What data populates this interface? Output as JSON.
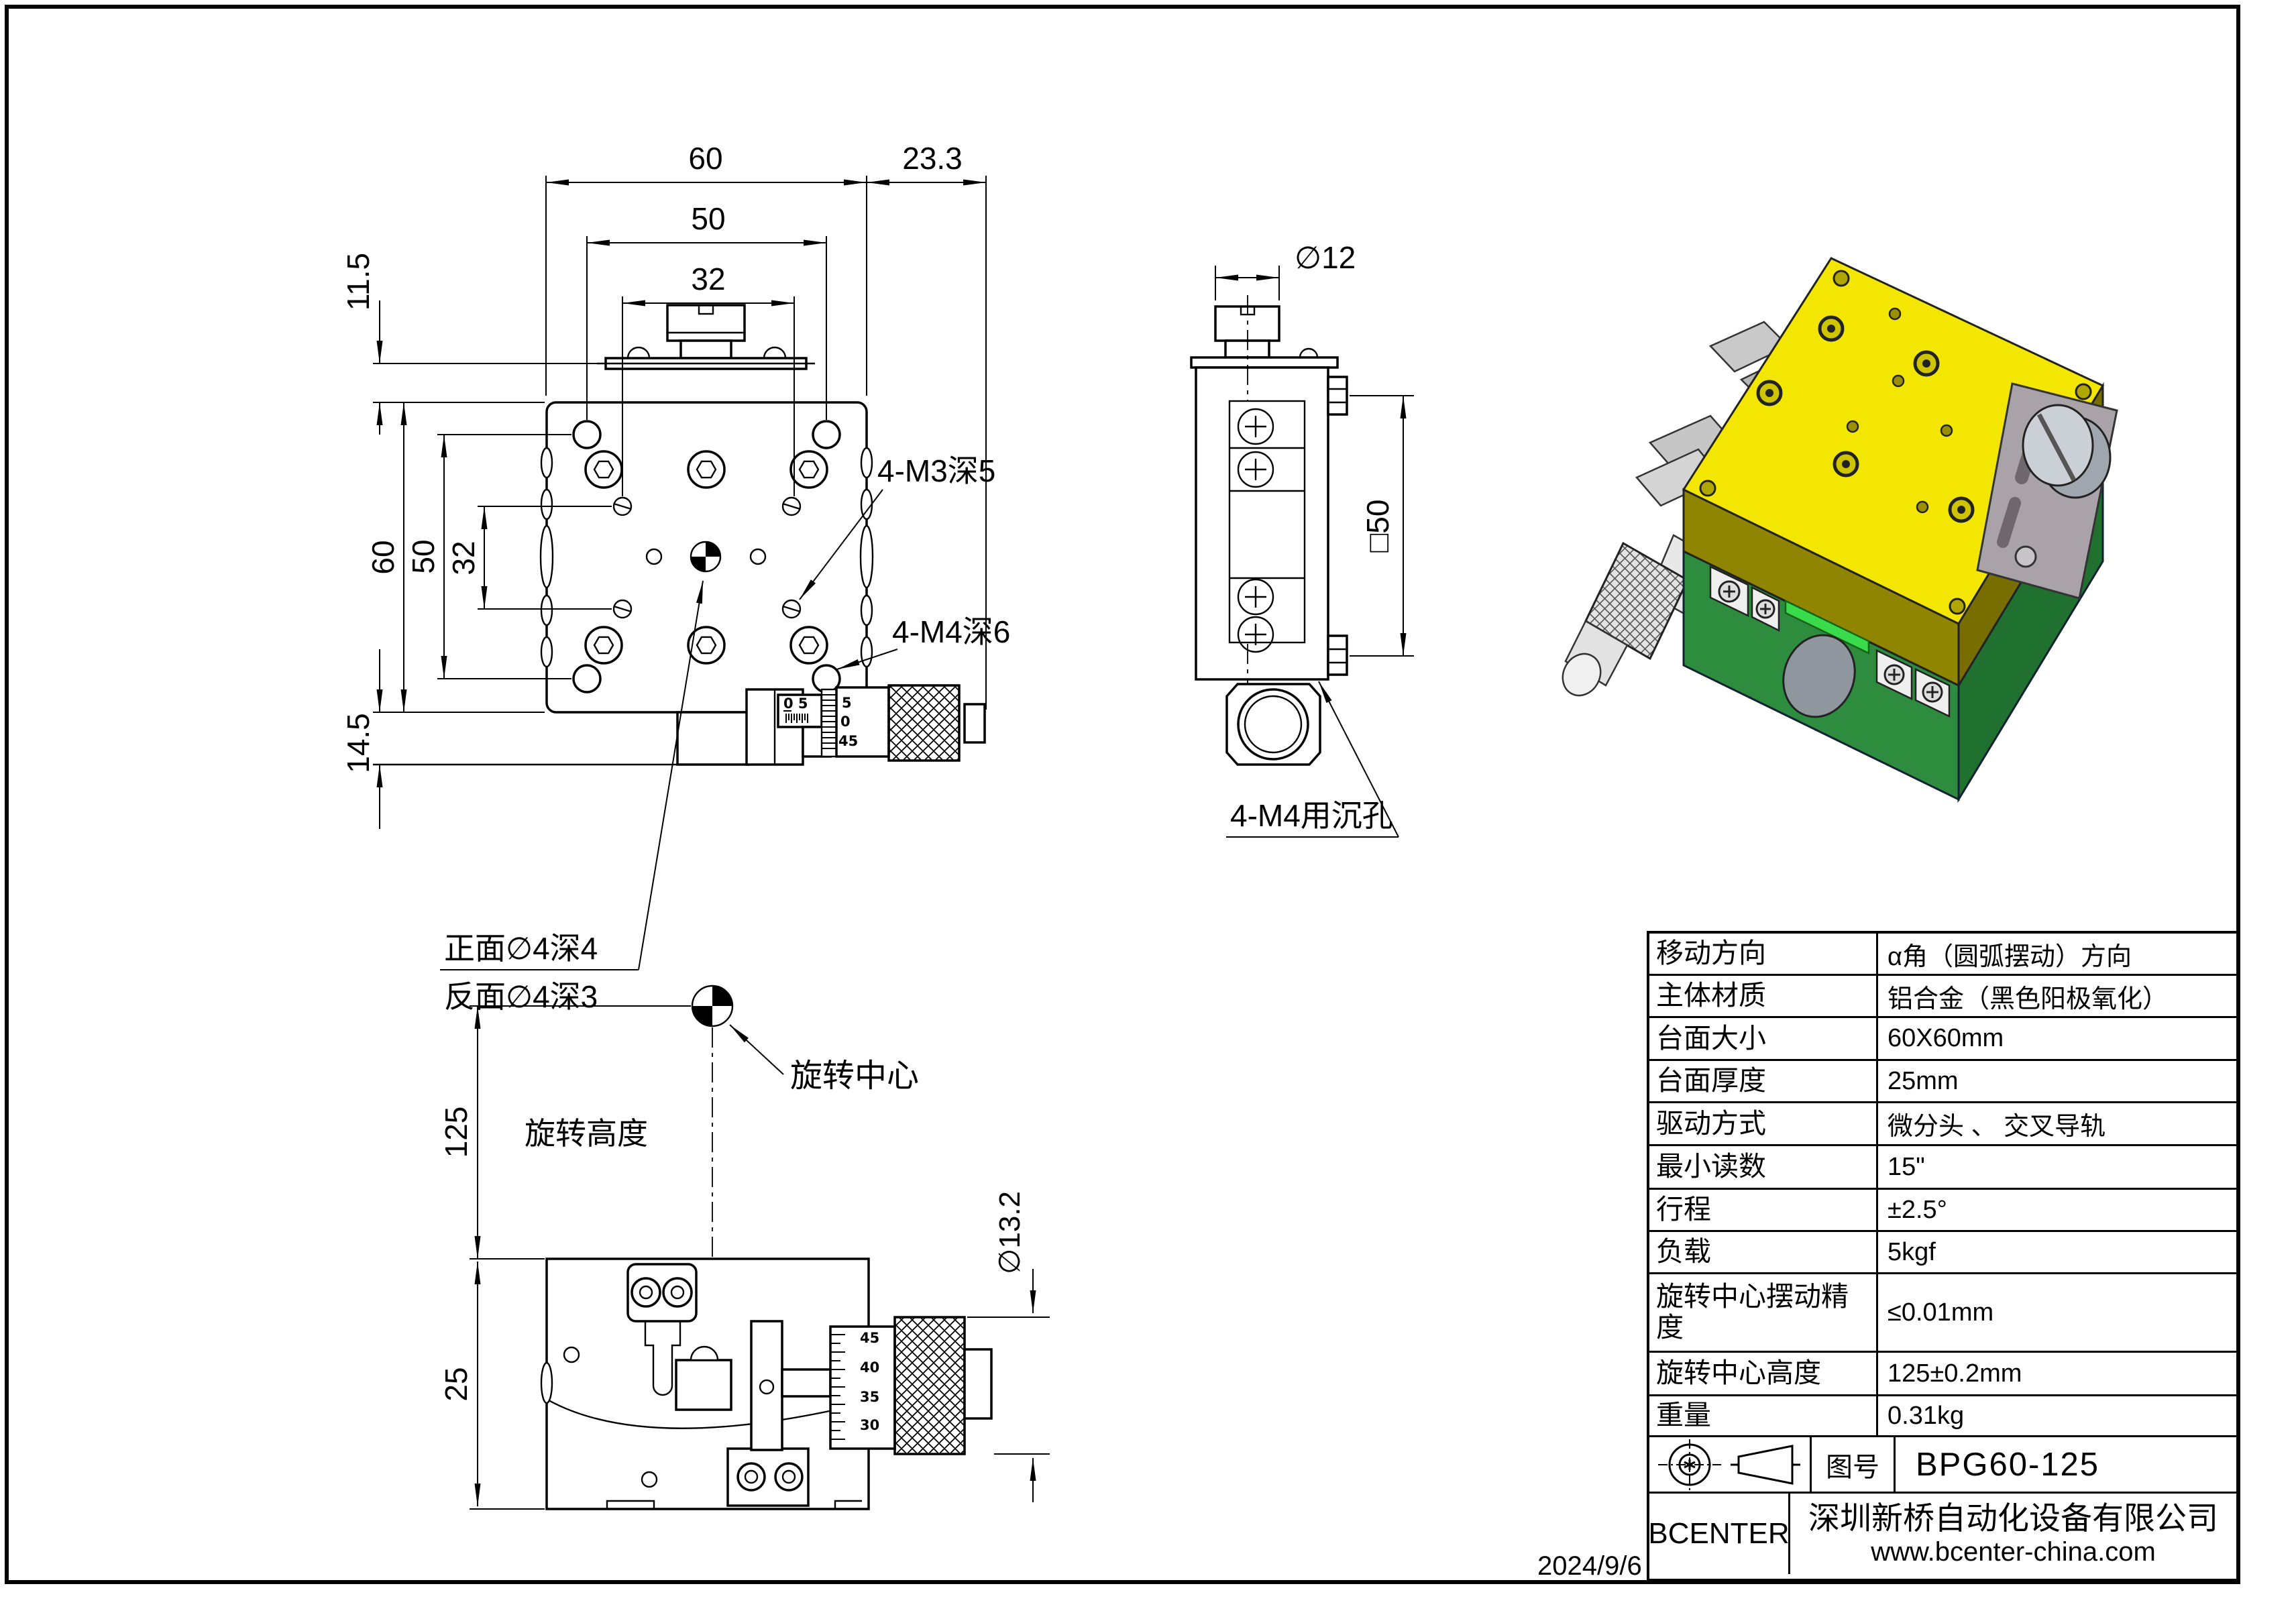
{
  "page": {
    "date": "2024/9/6"
  },
  "front_view": {
    "dim_width": "60",
    "dim_offset": "23.3",
    "dim_hole_span_x": "50",
    "dim_m3_span_x": "32",
    "dim_knob_gap": "11.5",
    "dim_height": "60",
    "dim_hole_span_y": "50",
    "dim_m3_span_y": "32",
    "dim_base_height": "14.5",
    "note_m3": "4-M3深5",
    "note_m4": "4-M4深6",
    "note_front_hole": "正面∅4深4",
    "note_back_hole": "反面∅4深3",
    "sleeve_scale": "0 5",
    "drum_scale": [
      "5",
      "0",
      "45"
    ]
  },
  "side_view": {
    "dim_knob_dia": "∅12",
    "dim_square": "□50",
    "note_counterbore": "4-M4用沉孔"
  },
  "bottom_view": {
    "label_center": "旋转中心",
    "label_height": "旋转高度",
    "dim_height": "125",
    "dim_thickness": "25",
    "dim_knob_dia": "∅13.2",
    "drum_scale": [
      "45",
      "40",
      "35",
      "30"
    ]
  },
  "table": {
    "rows": [
      {
        "label": "移动方向",
        "value": "α角（圆弧摆动）方向"
      },
      {
        "label": "主体材质",
        "value": "铝合金（黑色阳极氧化）"
      },
      {
        "label": "台面大小",
        "value": "60X60mm"
      },
      {
        "label": "台面厚度",
        "value": "25mm"
      },
      {
        "label": "驱动方式",
        "value": "微分头 、 交叉导轨"
      },
      {
        "label": "最小读数",
        "value": "15\""
      },
      {
        "label": "行程",
        "value": "±2.5°"
      },
      {
        "label": "负载",
        "value": "5kgf"
      },
      {
        "label": "旋转中心摆动精度",
        "value": "≤0.01mm"
      },
      {
        "label": "旋转中心高度",
        "value": "125±0.2mm"
      },
      {
        "label": "重量",
        "value": "0.31kg"
      }
    ],
    "drawing_no_label": "图号",
    "drawing_no": "BPG60-125",
    "brand": "BCENTER",
    "company": "深圳新桥自动化设备有限公司",
    "website": "www.bcenter-china.com"
  }
}
